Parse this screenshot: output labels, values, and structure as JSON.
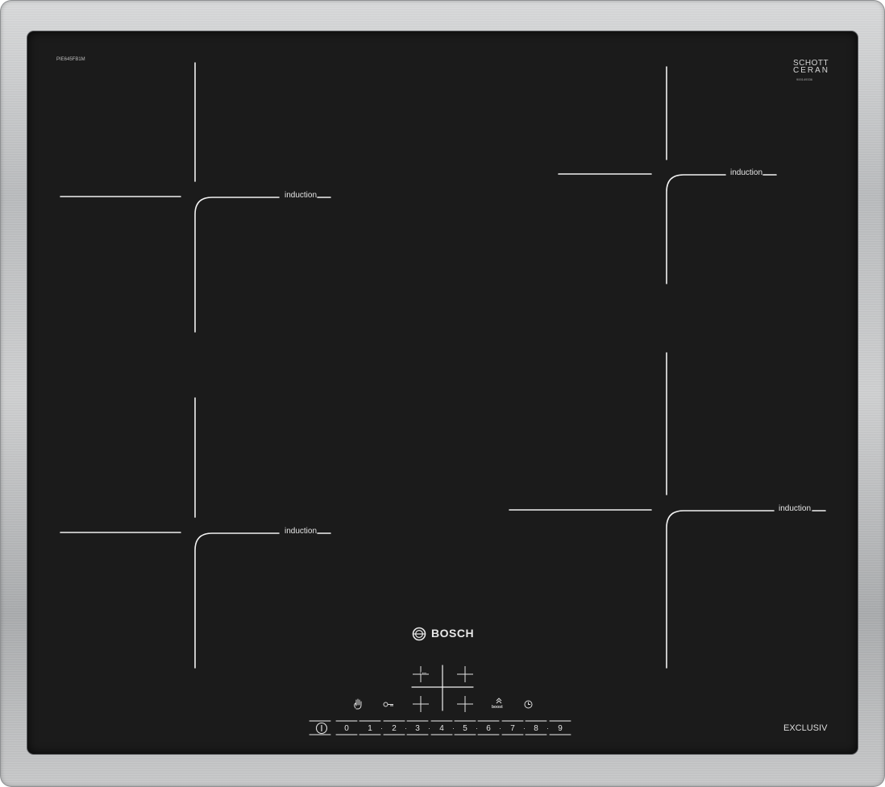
{
  "hob": {
    "model": "PIE645FB1M",
    "glass_brand_line1": "SCHOTT",
    "glass_brand_line2": "CERAN",
    "glass_serial": "900149336",
    "brand": "BOSCH",
    "series": "EXCLUSIV",
    "zones": [
      {
        "label": "induction"
      },
      {
        "label": "induction"
      },
      {
        "label": "induction"
      },
      {
        "label": "induction"
      }
    ]
  },
  "controls": {
    "power_symbol": "power-icon",
    "boost_label": "boost",
    "slider_digits": [
      "0",
      "1",
      "2",
      "3",
      "4",
      "5",
      "6",
      "7",
      "8",
      "9"
    ],
    "icons": [
      "wipe-protection-hand-icon",
      "child-lock-key-icon",
      "zone-select-top-left-icon",
      "zone-select-top-right-icon",
      "zone-select-bottom-left-icon",
      "zone-select-bottom-right-icon",
      "boost-icon",
      "timer-clock-icon"
    ]
  },
  "colors": {
    "glass": "#1b1b1b",
    "marking": "#f2f2f2",
    "frame": "#c3c4c5"
  }
}
